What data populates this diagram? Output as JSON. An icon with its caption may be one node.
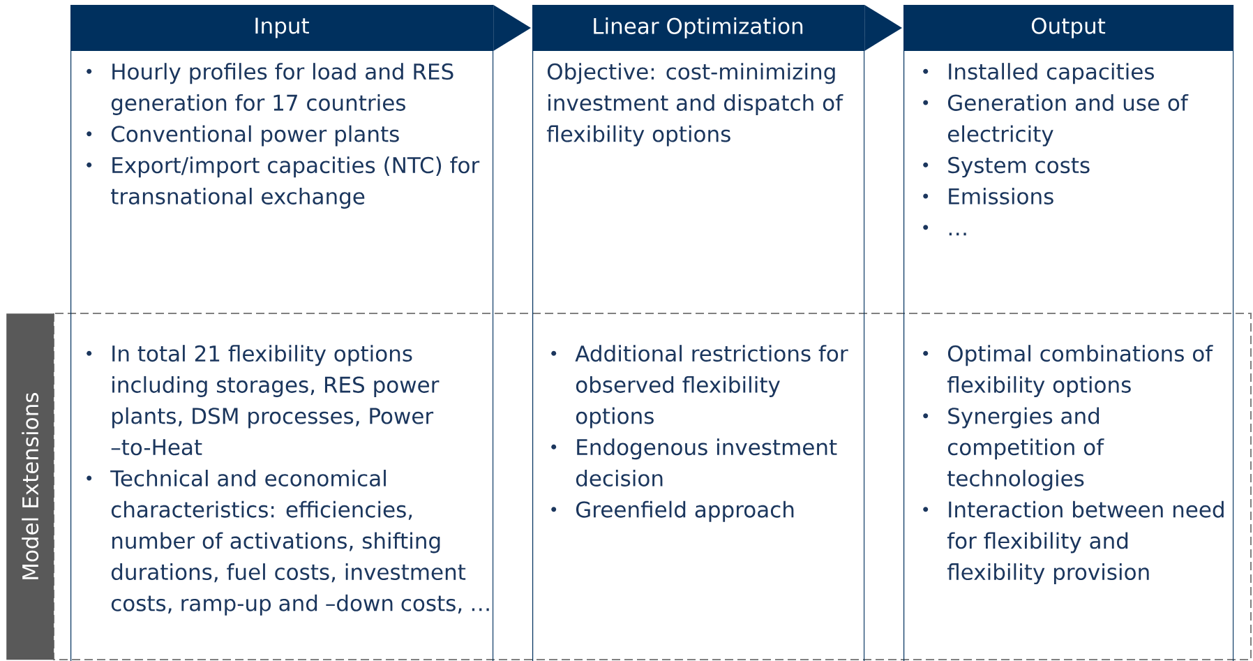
{
  "diagram": {
    "nodes": [
      {
        "text": [
          "Input",
          "Hourly profiles for load and RES generation for 17 countries",
          "Conventional power plants",
          "Export/import capacities (NTC) for transnational exchange",
          "In total 21 flexibility options including storages, RES power plants, DSM processes, Power –to-Heat",
          "Technical and economical characteristics: efficiencies, number of activations, shifting durations, fuel costs, investment costs, ramp-up and –down costs, …"
        ]
      },
      {
        "text": [
          "Linear Optimization",
          "Objective: cost-minimizing investment and dispatch of flexibility options",
          "Additional restrictions for observed flexibility options",
          "Endogenous investment decision",
          "Greenfield approach"
        ]
      },
      {
        "text": [
          "Output",
          "Installed capacities",
          "Generation and use of electricity",
          "System costs",
          "Emissions",
          "…",
          "Optimal combinations of flexibility options",
          "Synergies and competition of technologies",
          "Interaction between need for flexibility and flexibility provision"
        ]
      },
      {
        "text": [
          "Model Extensions"
        ]
      }
    ],
    "edges": [
      {
        "from": 0,
        "to": 1,
        "arrow": "to"
      },
      {
        "from": 1,
        "to": 2,
        "arrow": "to"
      }
    ]
  }
}
